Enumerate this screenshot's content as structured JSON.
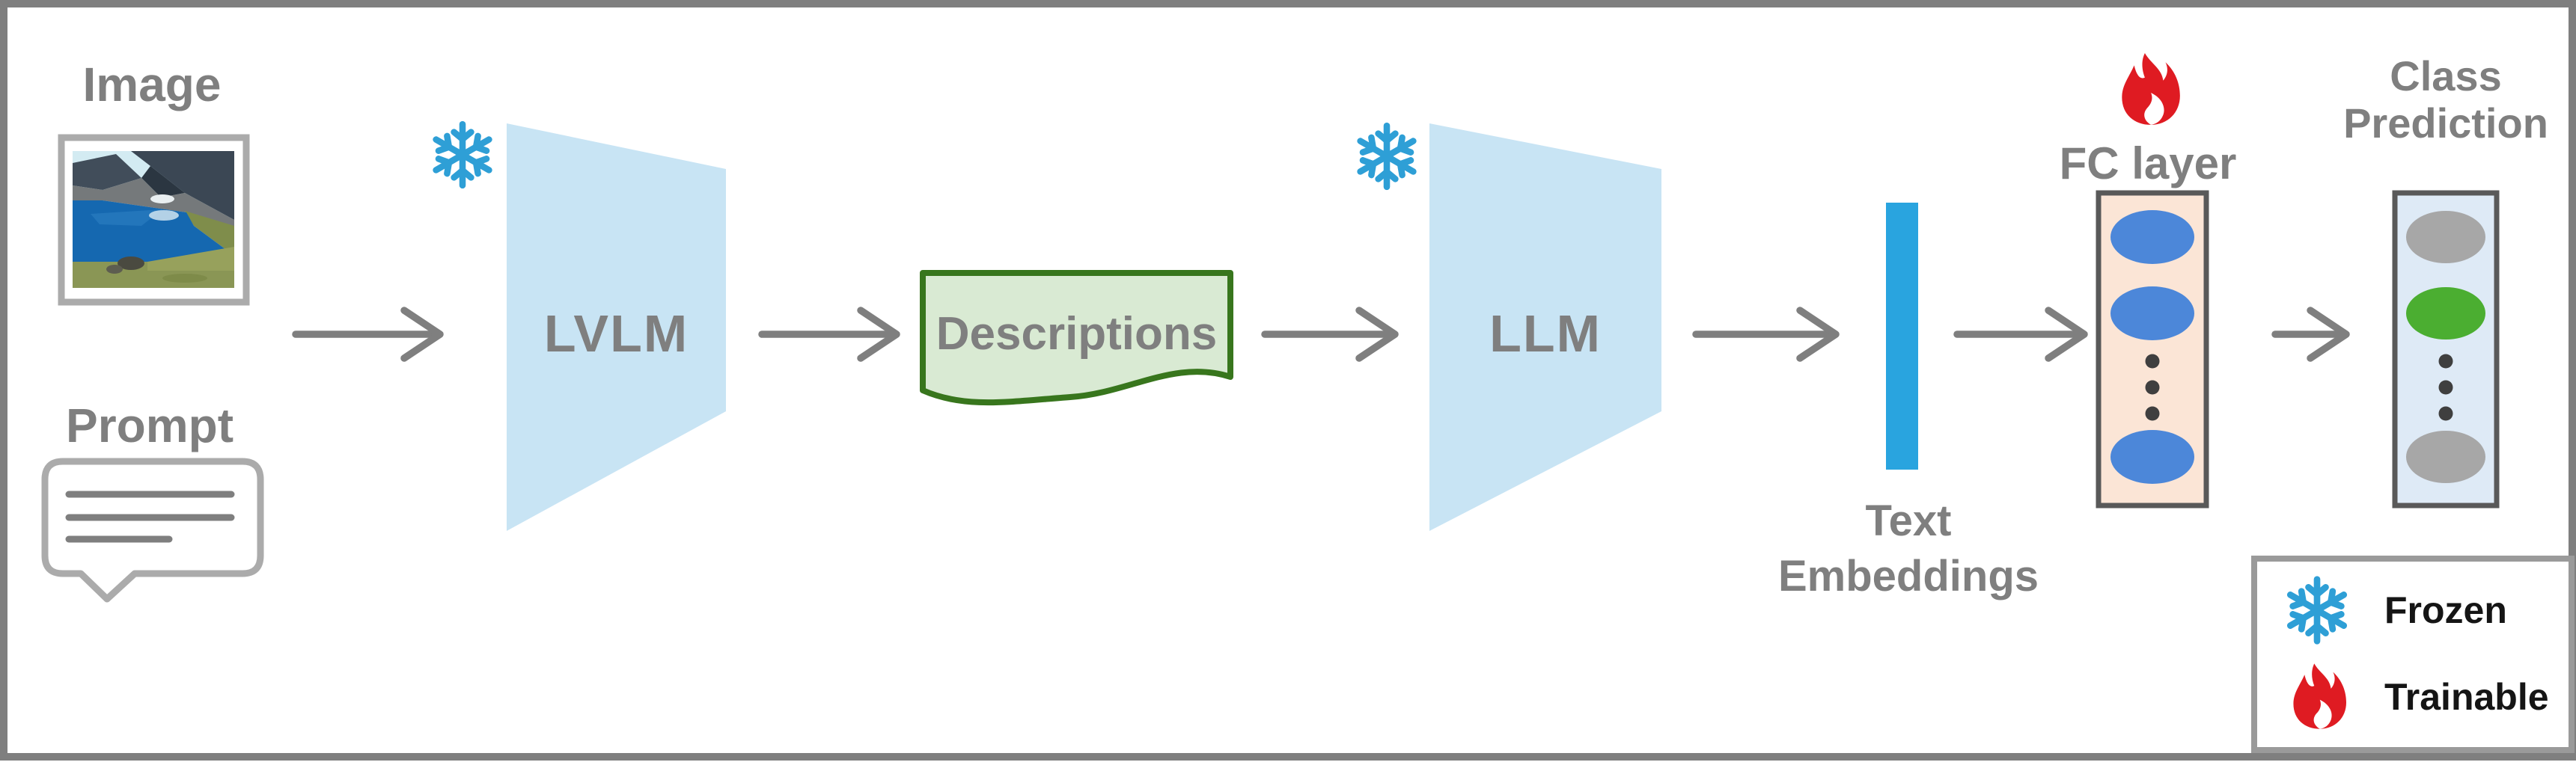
{
  "diagram": {
    "title_domain": "LVLM description-based classification pipeline",
    "inputs": {
      "image_label": "Image",
      "prompt_label": "Prompt"
    },
    "nodes": {
      "lvlm": {
        "label": "LVLM",
        "state": "frozen"
      },
      "descriptions": {
        "label": "Descriptions"
      },
      "llm": {
        "label": "LLM",
        "state": "frozen"
      },
      "text_embeddings": {
        "label_line1": "Text",
        "label_line2": "Embeddings"
      },
      "fc_layer": {
        "label": "FC layer",
        "state": "trainable"
      },
      "class_prediction": {
        "label_line1": "Class",
        "label_line2": "Prediction"
      }
    },
    "legend": {
      "frozen_label": "Frozen",
      "trainable_label": "Trainable",
      "frozen_icon": "snowflake-icon",
      "trainable_icon": "flame-icon"
    },
    "colors": {
      "frozen_icon_blue": "#2E9FD6",
      "trainable_icon_red": "#DF1B22",
      "model_trapezoid_fill": "#C8E4F4",
      "descriptions_fill": "#D9EAD3",
      "descriptions_border": "#38761D",
      "embedding_bar_blue": "#29A4DF",
      "fc_box_fill": "#FBE5D6",
      "class_box_fill": "#DEEAF6",
      "node_blue": "#4C87D9",
      "node_gray": "#A7A7A7",
      "node_green": "#4BAE31",
      "dots_gray": "#3F3F3F",
      "label_gray": "#7F7F7F",
      "arrow_gray": "#7F7F7F",
      "box_border_gray": "#595959",
      "frame_border_gray": "#7F7F7F"
    }
  }
}
